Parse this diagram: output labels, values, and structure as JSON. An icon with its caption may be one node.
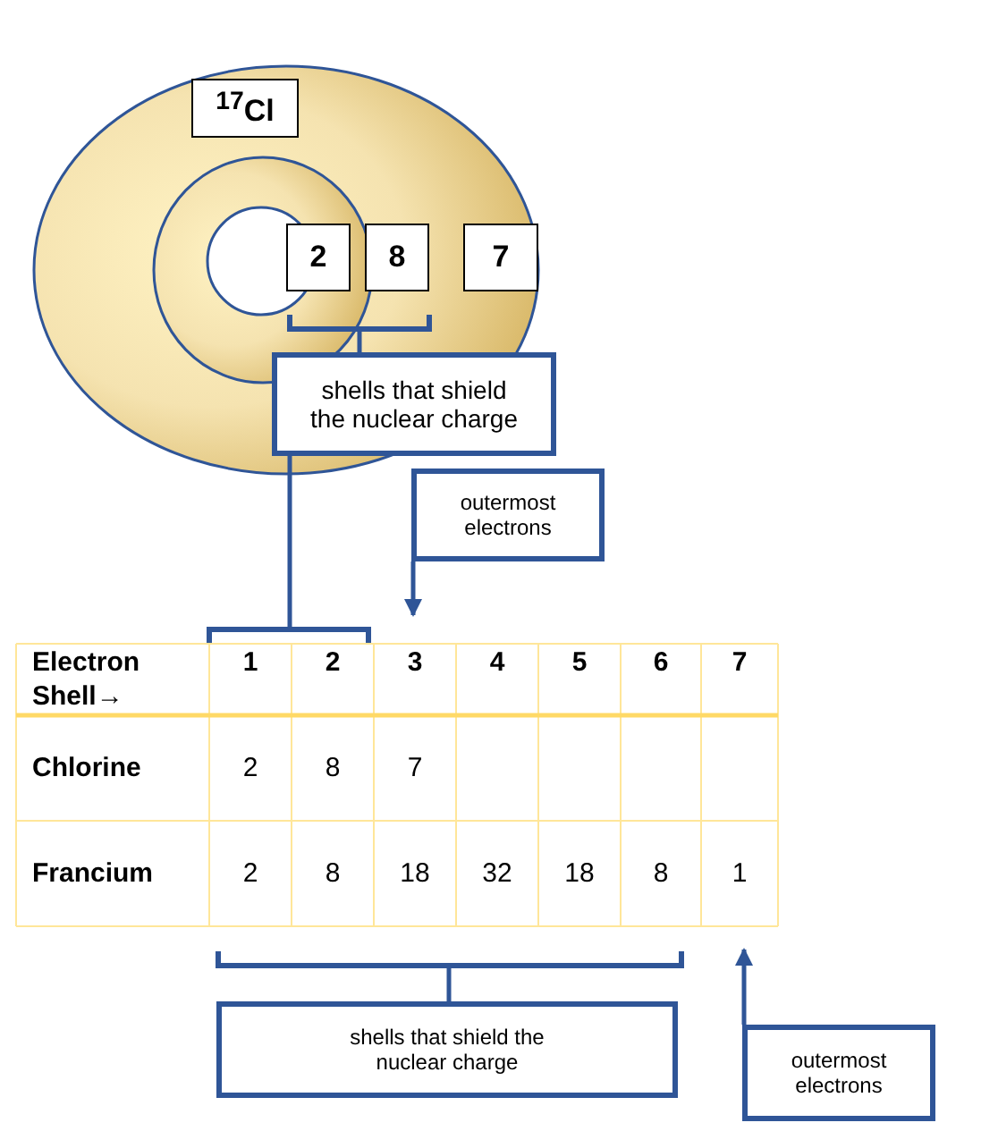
{
  "diagram": {
    "nodes": [
      {
        "text": [
          "$^{17}$Cl"
        ]
      },
      {
        "text": [
          "2"
        ]
      },
      {
        "text": [
          "8"
        ]
      },
      {
        "text": [
          "7"
        ]
      },
      {
        "text": [
          "shells that shield the nuclear charge"
        ]
      },
      {
        "text": [
          "outermost electrons"
        ]
      },
      {
        "text": [
          "shells that shield the nuclear charge"
        ]
      },
      {
        "text": [
          "outermost electrons"
        ]
      }
    ],
    "edges": [
      {
        "from": 4,
        "to": null,
        "arrow": "none"
      },
      {
        "from": 4,
        "to": null,
        "arrow": "none"
      },
      {
        "from": 5,
        "to": null,
        "arrow": "to"
      },
      {
        "from": 6,
        "to": null,
        "arrow": "none"
      },
      {
        "from": 7,
        "to": null,
        "arrow": "to"
      }
    ],
    "labels": [
      "Electron Shell→",
      "1",
      "2",
      "3",
      "4",
      "5",
      "6",
      "7",
      "Chlorine",
      "2",
      "8",
      "7",
      "Francium",
      "2",
      "8",
      "18",
      "32",
      "18",
      "8",
      "1"
    ]
  }
}
